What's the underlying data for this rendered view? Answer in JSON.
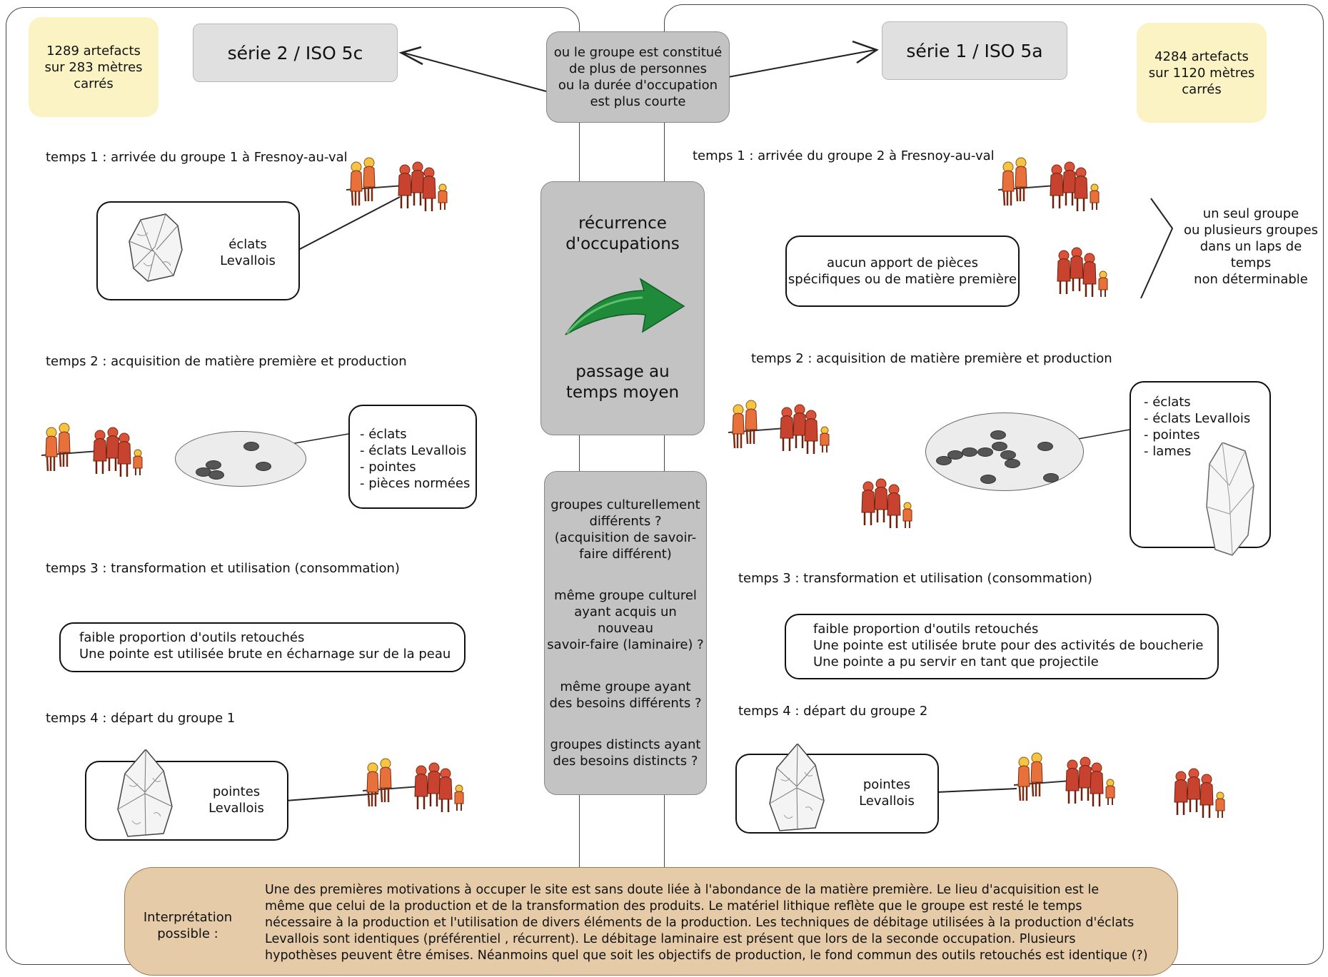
{
  "left": {
    "count": "1289 artefacts\nsur 283 mètres\ncarrés",
    "serie": "série 2 / ISO 5c",
    "t1": "temps 1 : arrivée du groupe 1 à Fresnoy-au-val",
    "t1_box": "éclats\nLevallois",
    "t2": "temps 2 : acquisition de matière première et production",
    "t2_list": [
      "- éclats",
      "- éclats Levallois",
      "- pointes",
      "- pièces normées"
    ],
    "t3": "temps 3 : transformation et utilisation (consommation)",
    "t3_box": "faible proportion d'outils retouchés\nUne pointe est utilisée brute en écharnage sur de la peau",
    "t4": "temps 4 : départ du groupe 1",
    "t4_box": "pointes\nLevallois"
  },
  "center": {
    "top_box": "ou le groupe est constitué\nde plus de personnes\nou la durée d'occupation\nest plus courte",
    "recurrence": "récurrence\nd'occupations",
    "passage": "passage au\ntemps moyen",
    "hyp1": "groupes culturellement\ndifférents ?\n(acquisition de savoir-\nfaire différent)",
    "hyp2": "même groupe culturel\nayant acquis un nouveau\nsavoir-faire (laminaire) ?",
    "hyp3": "même groupe ayant\ndes besoins différents ?",
    "hyp4": "groupes distincts ayant\ndes besoins distincts ?"
  },
  "right": {
    "count": "4284 artefacts\nsur 1120 mètres\ncarrés",
    "serie": "série 1 / ISO 5a",
    "t1": "temps 1 : arrivée du groupe 2 à Fresnoy-au-val",
    "groups_note": "un seul groupe\nou plusieurs groupes\ndans un laps de temps\nnon déterminable",
    "t1_box": "aucun apport de pièces\nspécifiques ou de matière première",
    "t2": "temps 2 : acquisition de matière première et production",
    "t2_list": [
      "- éclats",
      "- éclats Levallois",
      "- pointes",
      "- lames"
    ],
    "t3": "temps 3 : transformation et utilisation (consommation)",
    "t3_box": "faible proportion d'outils retouchés\nUne pointe est utilisée brute pour des activités de boucherie\nUne pointe a pu servir en tant que projectile",
    "t4": "temps 4 : départ du groupe 2",
    "t4_box": "pointes\nLevallois"
  },
  "interpretation": {
    "label": "Interprétation\npossible :",
    "text": "Une des premières motivations à occuper le site est sans doute liée à l'abondance de la matière première. Le lieu d'acquisition est le\nmême que celui de la production et de la transformation des produits. Le matériel lithique reflète que le groupe est resté le temps\nnécessaire à la production et l'utilisation de divers éléments de la production. Les techniques de débitage utilisées à la production d'éclats\nLevallois sont identiques (préférentiel , récurrent). Le débitage laminaire est présent que lors de la seconde occupation. Plusieurs\nhypothèses peuvent être émises. Néanmoins quel que soit les objectifs de production, le fond commun des outils retouchés est identique (?)"
  },
  "colors": {
    "yellow": "#fbf3c4",
    "gray_box": "#c3c3c3",
    "interp_bg": "#e6cba8",
    "arrow_green": "#1f8a3a",
    "people_orange": "#e8703a",
    "people_red": "#c8432f",
    "people_yellow": "#f4c542"
  }
}
